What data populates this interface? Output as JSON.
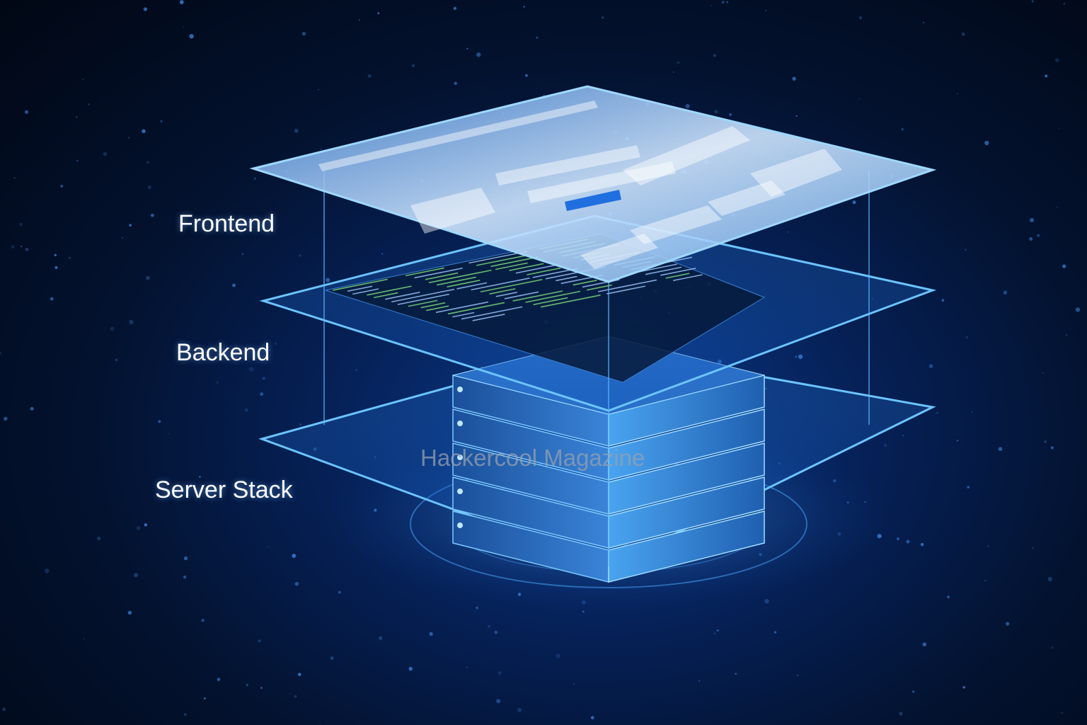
{
  "layers": [
    {
      "label": "Frontend"
    },
    {
      "label": "Backend"
    },
    {
      "label": "Server Stack"
    }
  ],
  "watermark": "Hackercool Magazine",
  "colors": {
    "accent": "#3aa0ff",
    "background": "#020817",
    "code_green": "#7ee07a"
  }
}
